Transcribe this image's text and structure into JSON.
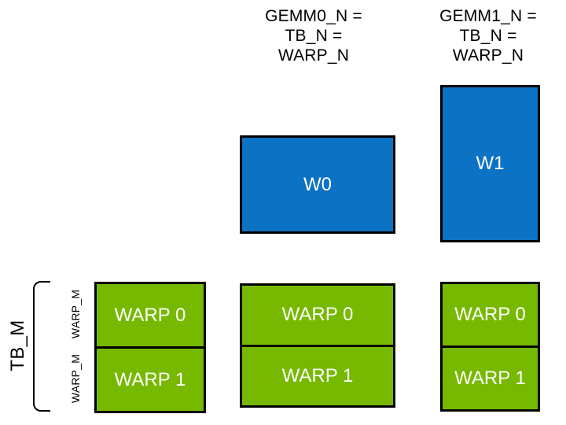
{
  "colors": {
    "blue": "#0B72C4",
    "green": "#76B900",
    "border": "#000000",
    "header_text": "#000000",
    "tile_text": "#FFFFFF"
  },
  "column_headers": [
    {
      "lines": [
        "GEMM0_N =",
        "TB_N =",
        "WARP_N"
      ]
    },
    {
      "lines": [
        "GEMM1_N =",
        "TB_N =",
        "WARP_N"
      ]
    }
  ],
  "blue_tiles": [
    {
      "label": "W0"
    },
    {
      "label": "W1"
    }
  ],
  "warp_stacks": [
    {
      "cells": [
        "WARP 0",
        "WARP 1"
      ]
    },
    {
      "cells": [
        "WARP 0",
        "WARP 1"
      ]
    },
    {
      "cells": [
        "WARP 0",
        "WARP 1"
      ]
    }
  ],
  "row_labels": {
    "tb_m": "TB_M",
    "warp_m": [
      "WARP_M",
      "WARP_M"
    ]
  }
}
